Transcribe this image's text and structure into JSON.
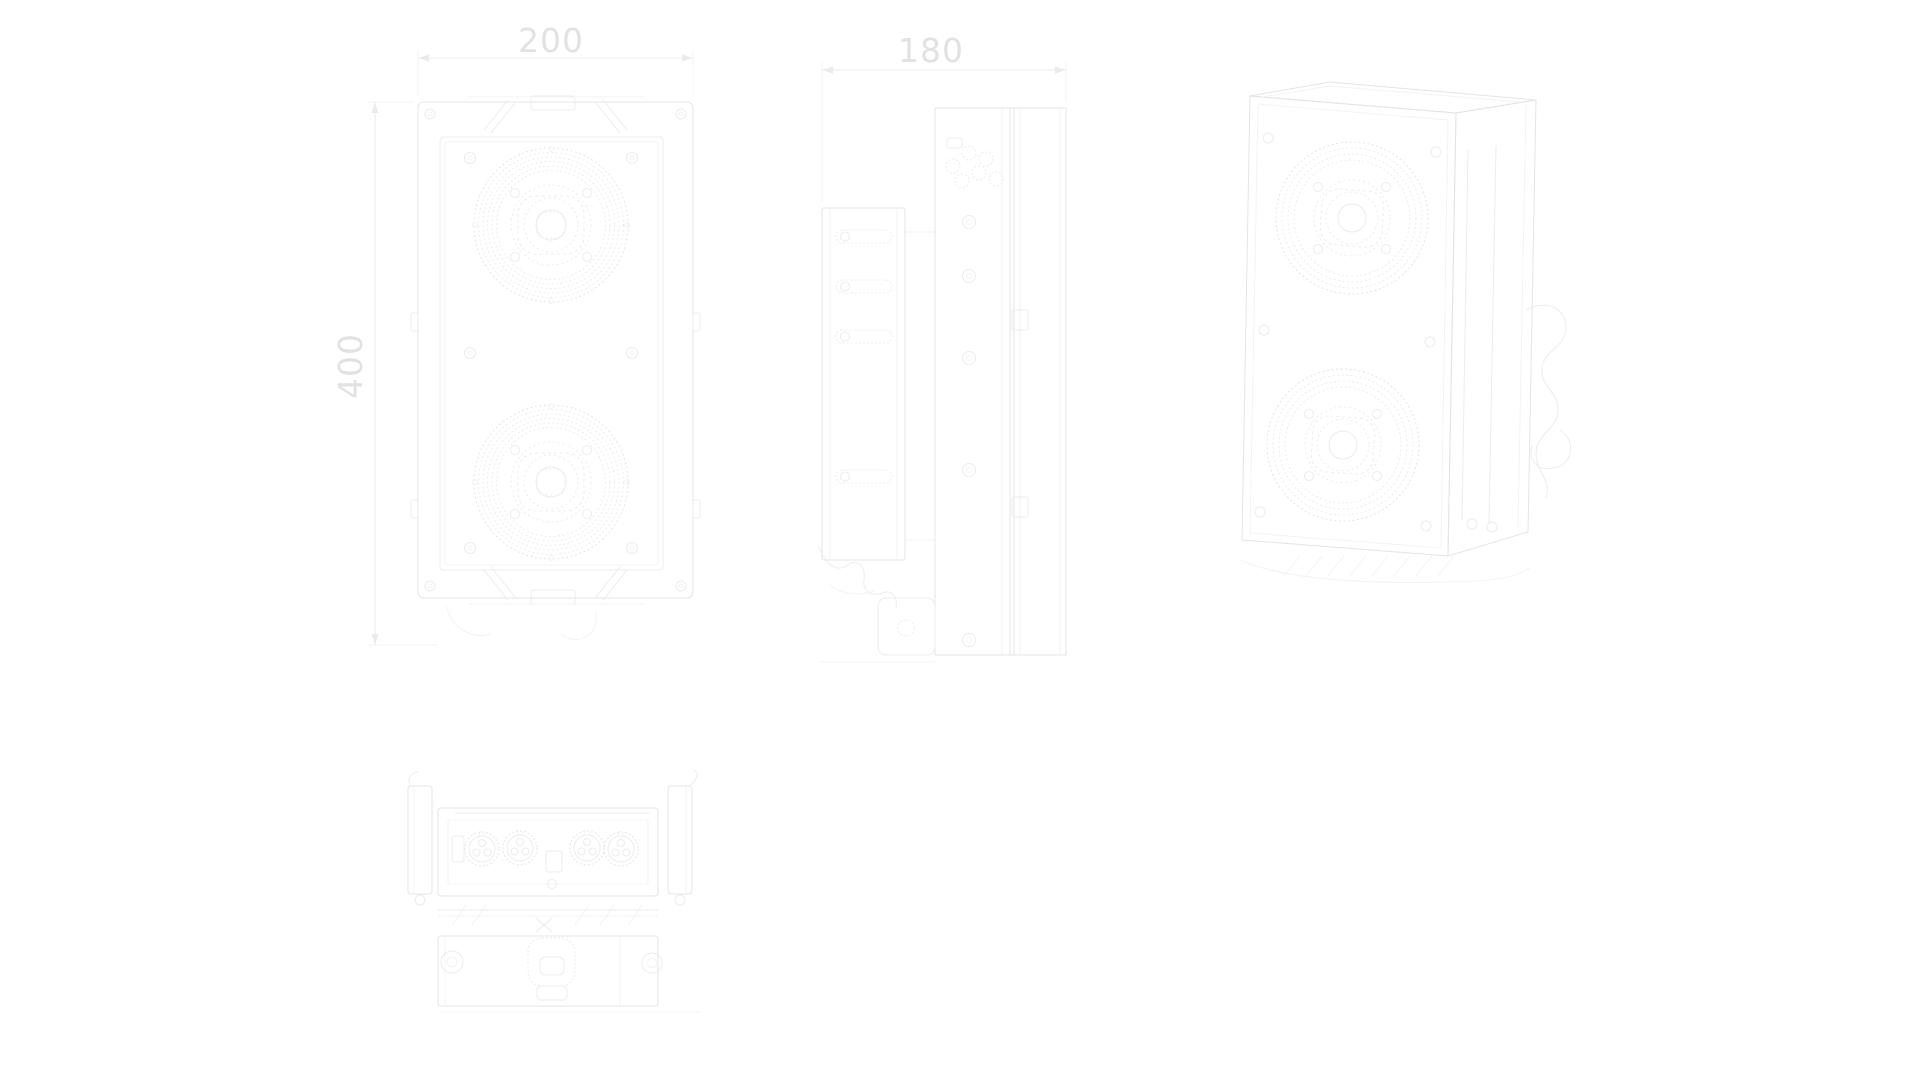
{
  "page": {
    "background_color": "#ffffff"
  },
  "drawing": {
    "type": "technical-cad-drawing",
    "subject": "dual-woofer loudspeaker with wall mounting bracket, multi-view dimensioned drawing",
    "colors": {
      "outline": "#e4e4e4",
      "detail": "#ececec",
      "faint": "#f3f3f3",
      "dimension_line": "#ebebeb",
      "dimension_text": "#e2e2e2"
    },
    "dimensions": {
      "width": {
        "label": "200"
      },
      "depth": {
        "label": "180"
      },
      "height": {
        "label": "400"
      }
    },
    "views": {
      "front": {
        "name": "front-view"
      },
      "side": {
        "name": "side-view-with-mounting-bracket"
      },
      "perspective": {
        "name": "perspective-view"
      },
      "bottom": {
        "name": "bottom-connector-panel-view"
      }
    }
  }
}
